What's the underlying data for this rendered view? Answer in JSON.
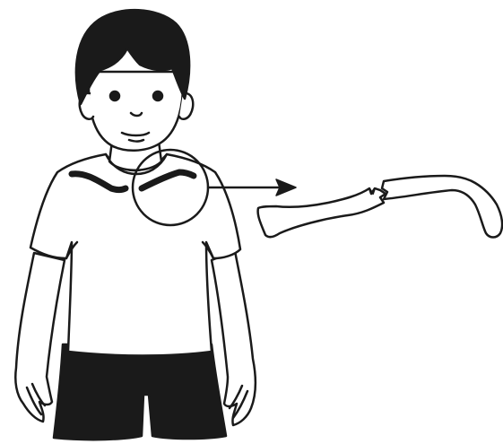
{
  "illustration": {
    "subject": "child-with-fractured-clavicle",
    "colors": {
      "outline": "#1a1a1a",
      "fill": "#ffffff",
      "hair": "#1a1a1a",
      "shorts": "#1a1a1a",
      "background": "#ffffff"
    },
    "elements": [
      "boy-figure",
      "collarbones",
      "magnifier-circle",
      "pointer-arrow",
      "fractured-clavicle-bone"
    ]
  }
}
